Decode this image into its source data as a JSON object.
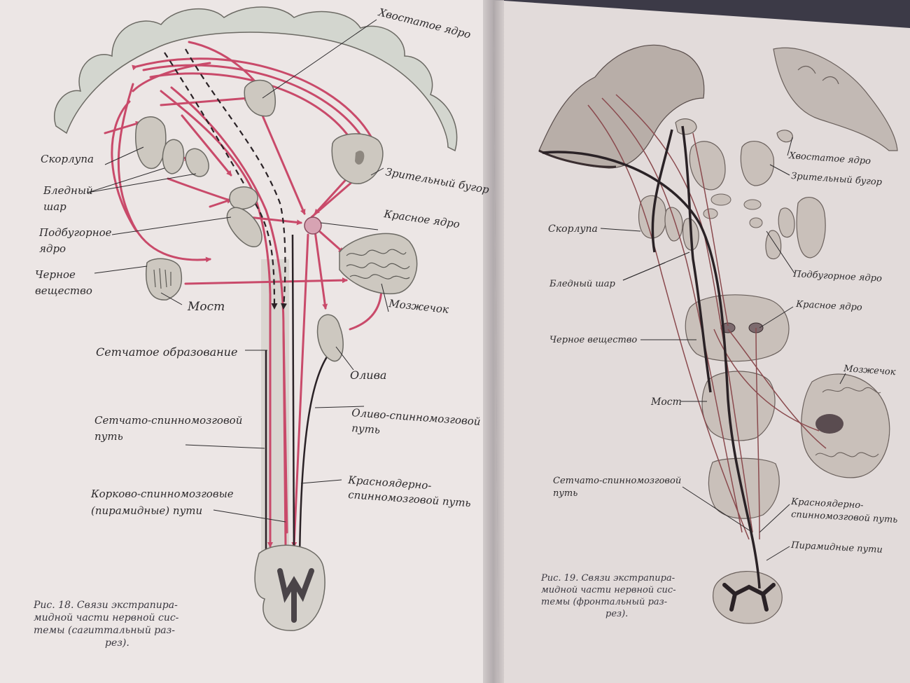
{
  "left_page": {
    "labels": {
      "caudate": "Хвостатое ядро",
      "putamen": "Скорлупа",
      "globus_pallidus_1": "Бледный",
      "globus_pallidus_2": "шар",
      "thalamus": "Зрительный бугор",
      "subthalamic_1": "Подбугорное",
      "subthalamic_2": "ядро",
      "red_nucleus": "Красное ядро",
      "substantia_nigra_1": "Черное",
      "substantia_nigra_2": "вещество",
      "pons": "Мост",
      "cerebellum": "Мозжечок",
      "reticular": "Сетчатое образование",
      "olive": "Олива",
      "reticulospinal_1": "Сетчато-спинномозговой",
      "reticulospinal_2": "путь",
      "olivospinal_1": "Оливо-спинномозговой",
      "olivospinal_2": "путь",
      "corticospinal_1": "Корково-спинномозговые",
      "corticospinal_2": "(пирамидные) пути",
      "rubrospinal_1": "Красноядерно-",
      "rubrospinal_2": "спинномозговой путь"
    },
    "caption": [
      "Рис. 18. Связи экстрапира-",
      "мидной части нервной сис-",
      "темы (сагиттальный раз-",
      "рез)."
    ]
  },
  "right_page": {
    "labels": {
      "caudate": "Хвостатое ядро",
      "thalamus": "Зрительный бугор",
      "putamen": "Скорлупа",
      "subthalamic": "Подбугорное ядро",
      "globus_pallidus": "Бледный шар",
      "red_nucleus": "Красное ядро",
      "substantia_nigra": "Черное вещество",
      "cerebellum": "Мозжечок",
      "pons": "Мост",
      "reticulospinal_1": "Сетчато-спинномозговой",
      "reticulospinal_2": "путь",
      "rubrospinal_1": "Красноядерно-",
      "rubrospinal_2": "спинномозговой путь",
      "pyramidal": "Пирамидные пути"
    },
    "caption": [
      "Рис. 19. Связи экстрапира-",
      "мидной части нервной сис-",
      "темы (фронтальный раз-",
      "рез)."
    ]
  },
  "colors": {
    "pathway_red": "#c94a6a",
    "pathway_dark": "#2a2226",
    "page_left": "#ece6e5",
    "page_right": "#e2dbda",
    "structure_gray": "#cdc8c0"
  }
}
